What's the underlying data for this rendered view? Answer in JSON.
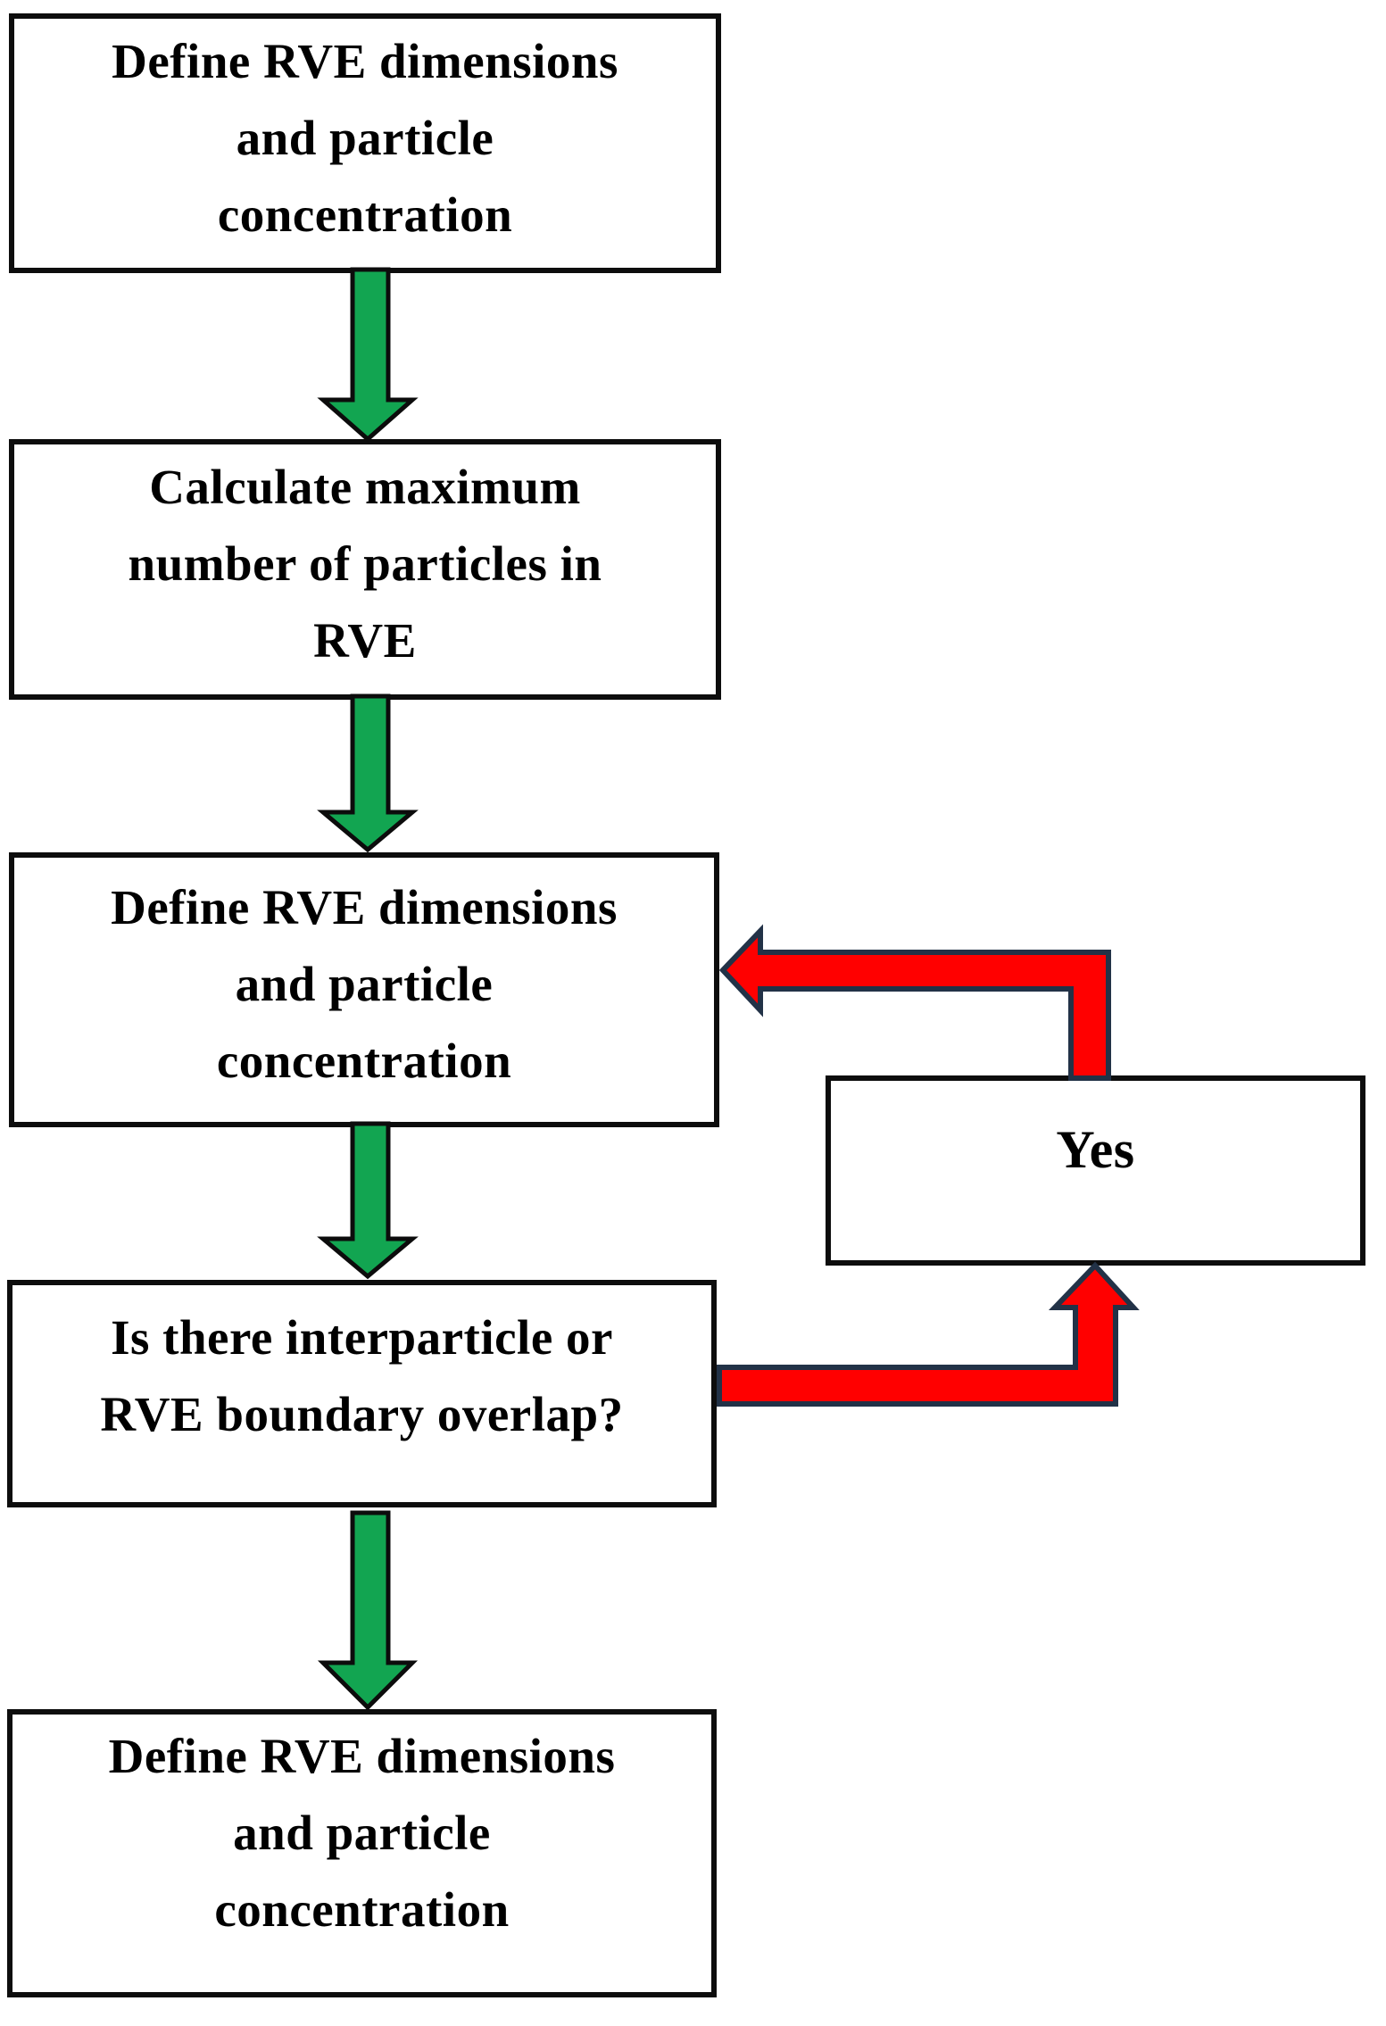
{
  "figure": {
    "type": "flowchart",
    "background": "#ffffff",
    "colors": {
      "box_fill": "#ffffff",
      "box_border": "#0d0d0d",
      "text": "#000000",
      "green_arrow_fill": "#12A551",
      "green_arrow_outline": "#0c0c0c",
      "red_arrow_fill": "#FF0000",
      "red_arrow_outline": "#223247"
    },
    "steps": [
      {
        "label": "Define RVE dimensions\nand particle\nconcentration"
      },
      {
        "label": "Calculate maximum\nnumber of particles in\nRVE"
      },
      {
        "label": "Define RVE dimensions\nand particle\nconcentration"
      },
      {
        "label": "Is there interparticle or\nRVE boundary overlap?"
      },
      {
        "label": "Define RVE dimensions\nand particle\nconcentration"
      }
    ],
    "decision_label": "Yes",
    "arrows": [
      {
        "name": "flow-step1-step2",
        "type": "green-down",
        "from": "step-1",
        "to": "step-2"
      },
      {
        "name": "flow-step2-step3",
        "type": "green-down",
        "from": "step-2",
        "to": "step-3"
      },
      {
        "name": "flow-step3-step4",
        "type": "green-down",
        "from": "step-3",
        "to": "step-4"
      },
      {
        "name": "flow-step4-step5",
        "type": "green-down",
        "from": "step-4",
        "to": "step-5"
      },
      {
        "name": "overlap-yes",
        "type": "red-elbow-up",
        "from": "step-4",
        "to": "yes-box"
      },
      {
        "name": "yes-return",
        "type": "red-elbow-left",
        "from": "yes-box",
        "to": "step-3"
      }
    ]
  }
}
